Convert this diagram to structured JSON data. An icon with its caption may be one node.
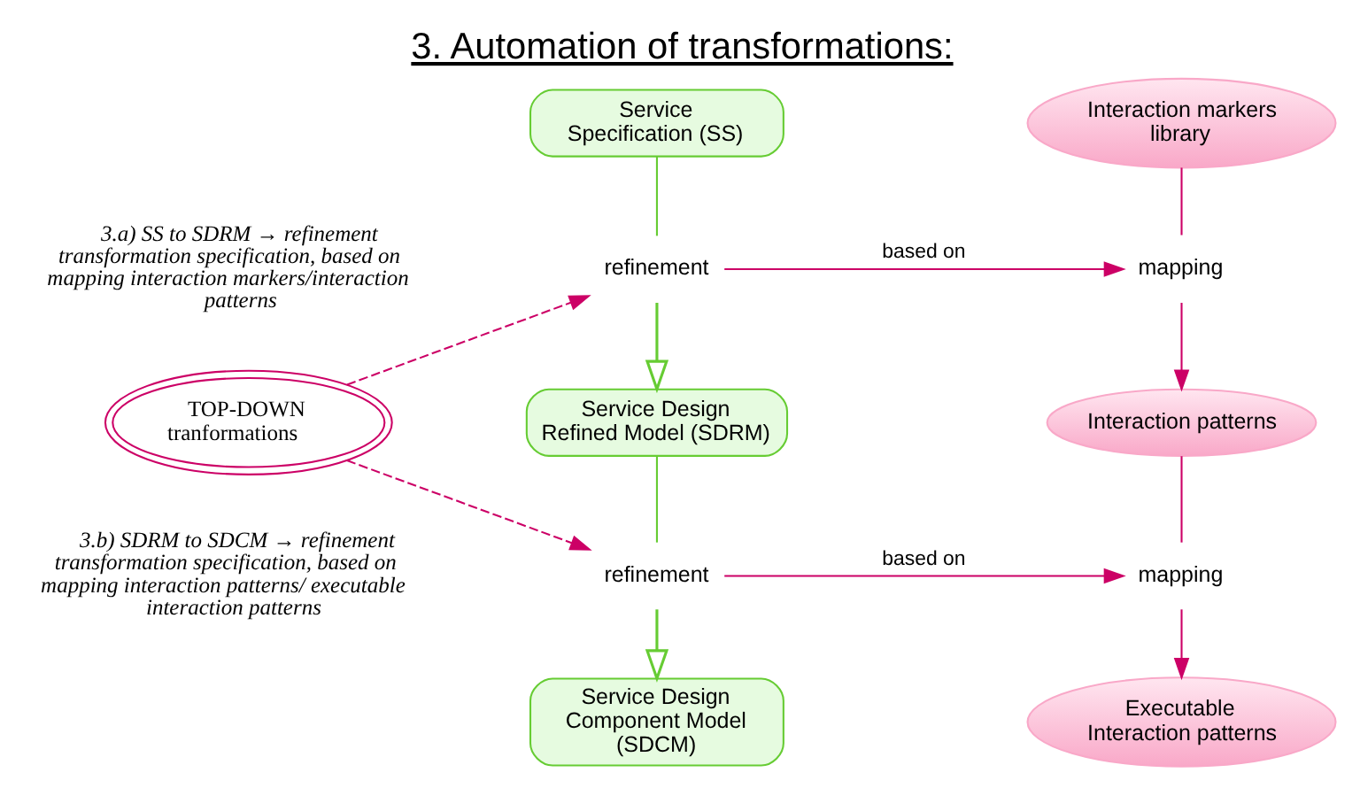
{
  "diagram": {
    "title": "3. Automation of transformations:",
    "nodes": [
      {
        "text": [
          "Interaction markers library"
        ]
      },
      {
        "text": [
          "Service Specification (SS)"
        ]
      },
      {
        "text": [
          "mapping"
        ]
      },
      {
        "text": [
          "refinement"
        ]
      },
      {
        "text": [
          "Interaction patterns"
        ]
      },
      {
        "text": [
          "Service Design Refined Model (SDRM)"
        ]
      },
      {
        "text": [
          "TOP-DOWN tranformations"
        ]
      },
      {
        "text": [
          "mapping"
        ]
      },
      {
        "text": [
          "refinement"
        ]
      },
      {
        "text": [
          "Executable Interaction patterns"
        ]
      },
      {
        "text": [
          "Service Design Component Model (SDCM)"
        ]
      }
    ],
    "edges": [
      {
        "from": 0,
        "to": 2,
        "arrow": "none"
      },
      {
        "from": 2,
        "to": 4,
        "arrow": "to"
      },
      {
        "from": 3,
        "to": 2,
        "arrow": "to",
        "label": "based on"
      },
      {
        "from": 1,
        "to": 3,
        "arrow": "none",
        "color": "#66cc33"
      },
      {
        "from": 3,
        "to": 5,
        "arrow": "to",
        "color": "#66cc33"
      },
      {
        "from": 6,
        "to": 3,
        "arrow": "to",
        "style": "dashed"
      },
      {
        "from": 6,
        "to": 8,
        "arrow": "to",
        "style": "dashed"
      },
      {
        "from": 4,
        "to": 7,
        "arrow": "none"
      },
      {
        "from": 7,
        "to": 9,
        "arrow": "to"
      },
      {
        "from": 8,
        "to": 7,
        "arrow": "to",
        "label": "based on"
      },
      {
        "from": 5,
        "to": 8,
        "arrow": "none",
        "color": "#66cc33"
      },
      {
        "from": 8,
        "to": 10,
        "arrow": "to",
        "color": "#66cc33"
      }
    ],
    "labels": [
      "3.a) SS to SDRM → refinement transformation specification, based on mapping interaction markers/interaction patterns",
      "3.b) SDRM to SDCM → refinement transformation specification, based on mapping interaction patterns/ executable interaction patterns"
    ]
  }
}
